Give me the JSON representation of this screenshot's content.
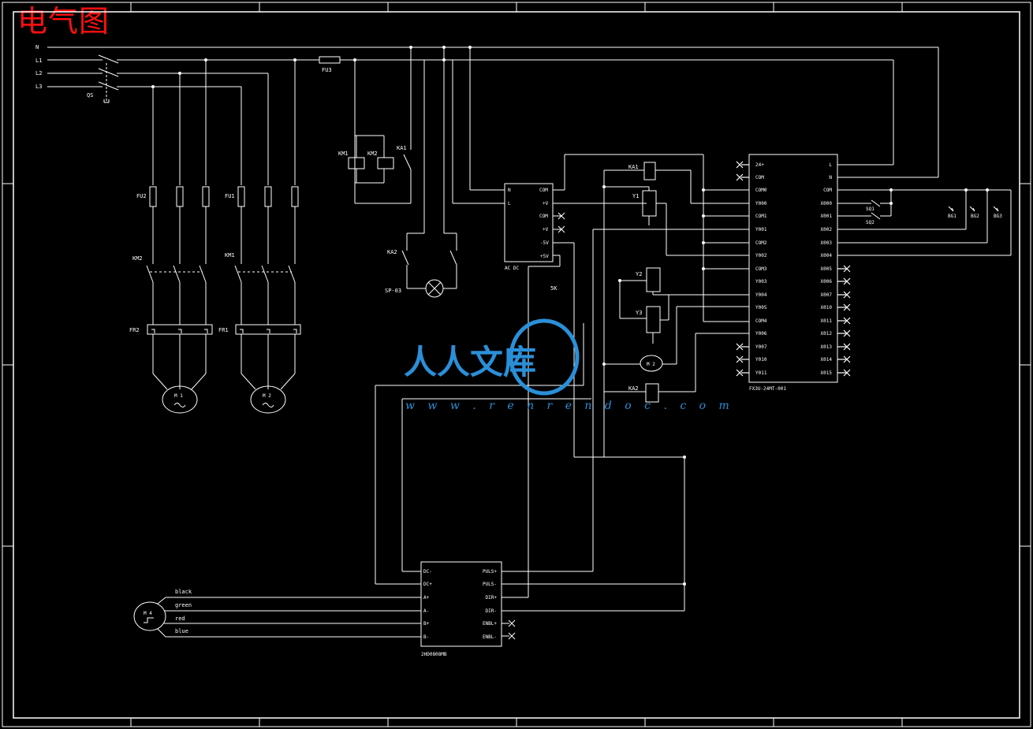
{
  "title": "电气图",
  "lines": {
    "n": "N",
    "l1": "L1",
    "l2": "L2",
    "l3": "L3"
  },
  "labels": {
    "qs": "QS",
    "fu3": "FU3",
    "fu2": "FU2",
    "fu1": "FU1",
    "km2": "KM2",
    "km1": "KM1",
    "fr2": "FR2",
    "fr1": "FR1",
    "km1_coil": "KM1",
    "km2_coil": "KM2",
    "ka1_contact": "KA1",
    "ka2_contact": "KA2",
    "lamp": "SP-03",
    "ka1_coil": "KA1",
    "y1": "Y1",
    "y2": "Y2",
    "y3": "Y3",
    "ka2_coil": "KA2",
    "res5k": "5K",
    "sq1": "SQ1",
    "sq2": "SQ2",
    "bg1": "BG1",
    "bg2": "BG2",
    "bg3": "BG3",
    "m1": "M 1",
    "m2": "M 2",
    "m3": "M 2",
    "m4": "M 4"
  },
  "psu": {
    "name": "AC DC",
    "left_pins": [
      "N",
      "L"
    ],
    "right_pins": [
      "COM",
      "+V",
      "COM",
      "+V",
      "-5V",
      "+5V"
    ]
  },
  "plc": {
    "name": "FX3U-24MT-001",
    "left_pins": [
      "24+",
      "COM",
      "COM0",
      "Y000",
      "COM1",
      "Y001",
      "COM2",
      "Y002",
      "COM3",
      "Y003",
      "Y004",
      "Y005",
      "COM4",
      "Y006",
      "Y007",
      "Y010",
      "Y011"
    ],
    "right_pins": [
      "L",
      "N",
      "COM",
      "X000",
      "X001",
      "X002",
      "X003",
      "X004",
      "X005",
      "X006",
      "X007",
      "X010",
      "X011",
      "X012",
      "X013",
      "X014",
      "X015"
    ]
  },
  "driver": {
    "name": "2HD0808MB",
    "left_pins": [
      "DC-",
      "DC+",
      "A+",
      "A-",
      "B+",
      "B-"
    ],
    "right_pins": [
      "PULS+",
      "PULS-",
      "DIR+",
      "DIR-",
      "ENBL+",
      "ENBL-"
    ]
  },
  "motor_wires": [
    "black",
    "green",
    "red",
    "blue"
  ],
  "watermark": {
    "text": "人人文库",
    "url": "w w w . r e n r e n d o c . c o m"
  },
  "colors": {
    "background": "#000000",
    "line": "#ffffff",
    "title": "#ff1010",
    "watermark": "#2a8fd8"
  }
}
